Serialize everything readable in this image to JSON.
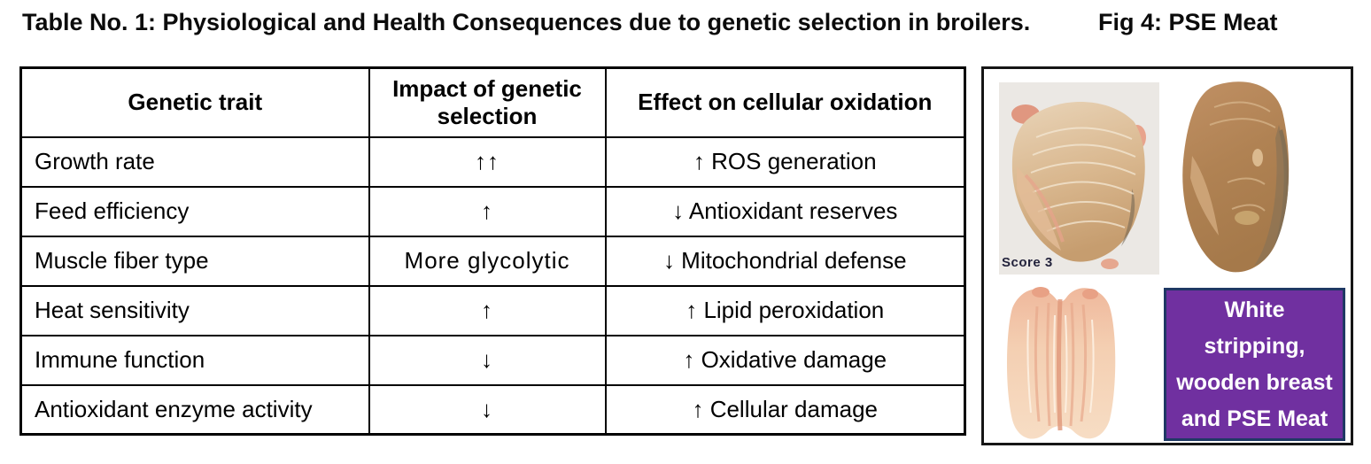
{
  "page": {
    "table_caption": "Table No. 1: Physiological and Health Consequences due to genetic selection in broilers.",
    "figure_caption": "Fig 4: PSE Meat"
  },
  "table": {
    "headers": [
      "Genetic trait",
      "Impact of genetic selection",
      "Effect on cellular oxidation"
    ],
    "rows": [
      [
        "Growth rate",
        "↑↑",
        "↑ ROS generation"
      ],
      [
        "Feed efficiency",
        "↑",
        "↓ Antioxidant reserves"
      ],
      [
        "Muscle fiber type",
        "More glycolytic",
        "↓ Mitochondrial defense"
      ],
      [
        "Heat sensitivity",
        "↑",
        "↑ Lipid peroxidation"
      ],
      [
        "Immune function",
        "↓",
        "↑ Oxidative damage"
      ],
      [
        "Antioxidant enzyme activity",
        "↓",
        "↑ Cellular damage"
      ]
    ]
  },
  "figure": {
    "score_label": "Score 3",
    "callout": {
      "lines": [
        "White",
        "stripping,",
        "wooden breast",
        "and PSE Meat"
      ],
      "background_color": "#7030A0",
      "border_color": "#1F3864",
      "text_color": "#FFFFFF"
    }
  }
}
